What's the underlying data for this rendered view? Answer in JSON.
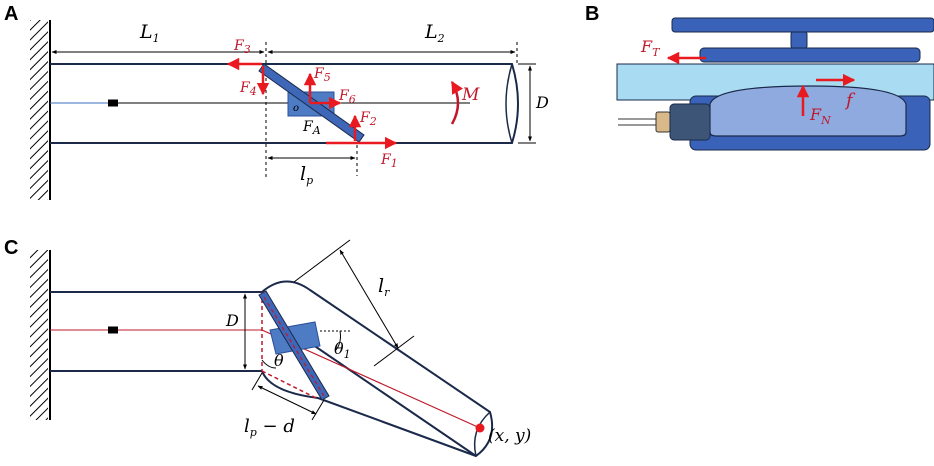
{
  "panels": {
    "a": "A",
    "b": "B",
    "c": "C"
  },
  "panel_a": {
    "L1": "L",
    "L1_sub": "1",
    "L2": "L",
    "L2_sub": "2",
    "D": "D",
    "M": "M",
    "lp": "l",
    "lp_sub": "p",
    "o": "o",
    "F1": "F",
    "F1_sub": "1",
    "F2": "F",
    "F2_sub": "2",
    "F3": "F",
    "F3_sub": "3",
    "F4": "F",
    "F4_sub": "4",
    "F5": "F",
    "F5_sub": "5",
    "F6": "F",
    "F6_sub": "6",
    "FA": "F",
    "FA_sub": "A"
  },
  "panel_b": {
    "FT": "F",
    "FT_sub": "T",
    "FN": "F",
    "FN_sub": "N",
    "f": "f"
  },
  "panel_c": {
    "D": "D",
    "lr": "l",
    "lr_sub": "r",
    "theta": "θ",
    "theta1": "θ",
    "theta1_sub": "1",
    "lpd_a": "l",
    "lpd_sub": "p",
    "lpd_b": " − d",
    "xy": "(x, y)"
  },
  "colors": {
    "red": "#e8191f",
    "label_red": "#c0192b",
    "blue_dark": "#2a4f9a",
    "blue_mid": "#4d7cc4",
    "blue_light": "#a9dcf2",
    "blue_pad": "#8faadf",
    "navy": "#1b2a4a"
  }
}
